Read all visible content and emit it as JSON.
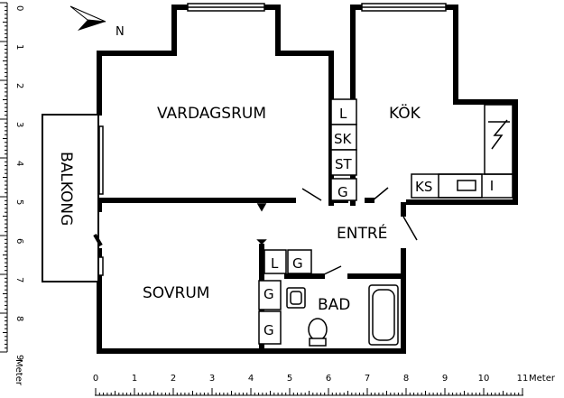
{
  "rooms": {
    "vardagsrum": "VARDAGSRUM",
    "kok": "KÖK",
    "balkong": "BALKONG",
    "entre": "ENTRÉ",
    "sovrum": "SOVRUM",
    "bad": "BAD"
  },
  "fixtures": {
    "kitchen_l": "L",
    "kitchen_sk": "SK",
    "kitchen_st": "ST",
    "kitchen_g": "G",
    "kitchen_ks": "KS",
    "hall_l": "L",
    "hall_g": "G",
    "bed_g1": "G",
    "bed_g2": "G"
  },
  "compass": {
    "north": "N"
  },
  "scale": {
    "horizontal_unit": "Meter",
    "vertical_unit": "Meter",
    "horizontal_ticks": [
      "0",
      "1",
      "2",
      "3",
      "4",
      "5",
      "6",
      "7",
      "8",
      "9",
      "10",
      "11"
    ],
    "vertical_ticks": [
      "0",
      "1",
      "2",
      "3",
      "4",
      "5",
      "6",
      "7",
      "8",
      "9"
    ]
  }
}
